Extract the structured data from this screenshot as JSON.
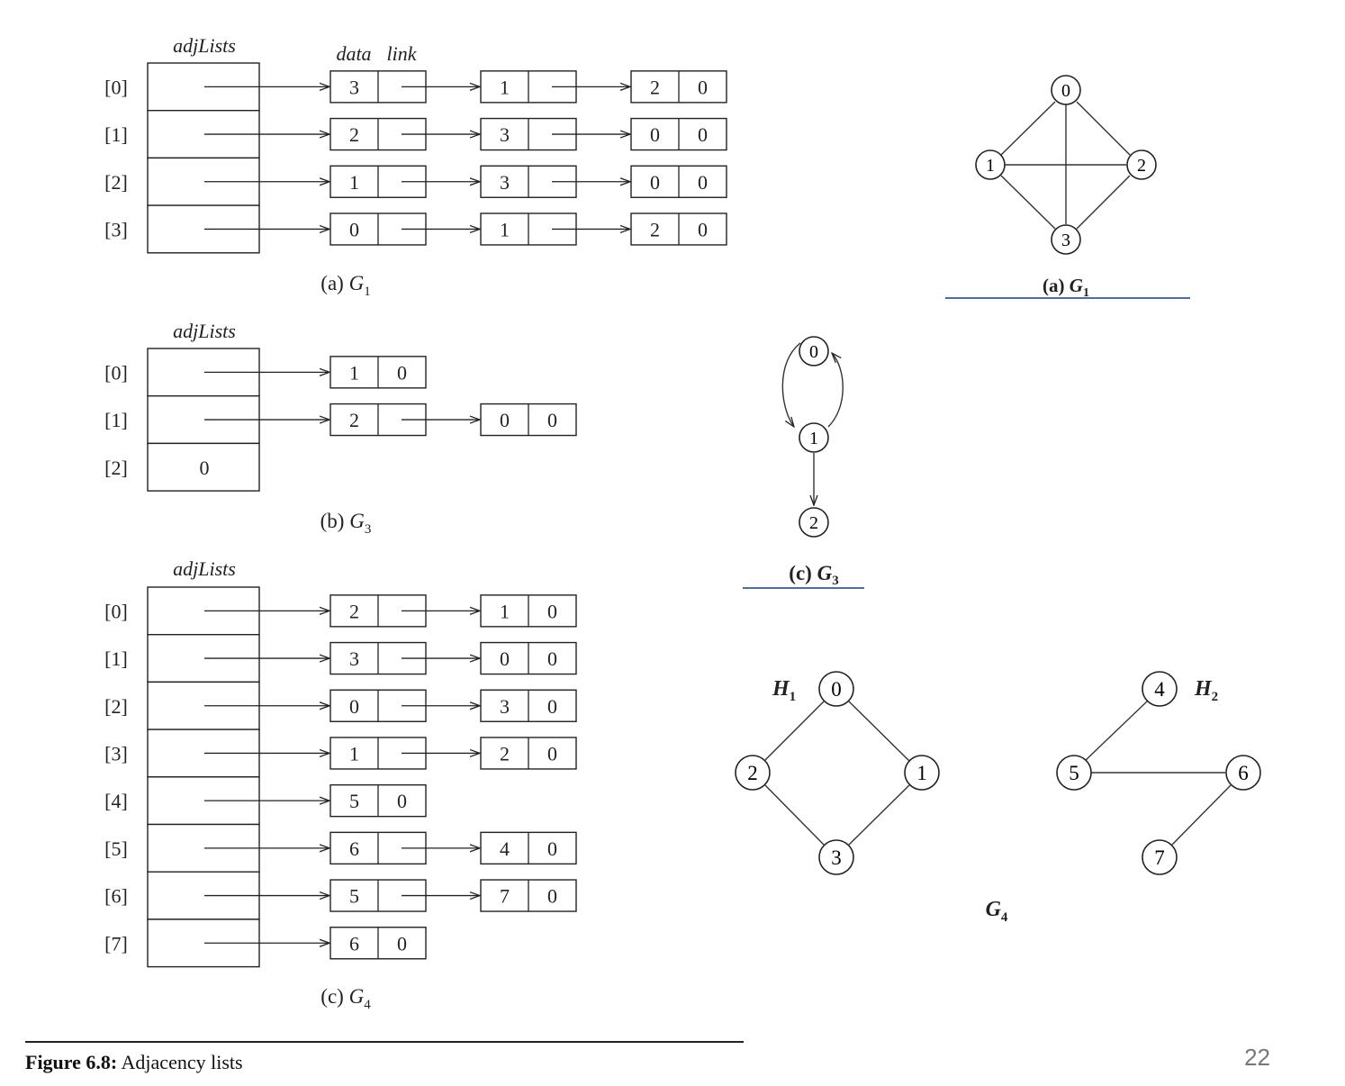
{
  "left": {
    "data_label": "data",
    "link_label": "link",
    "figure_caption_bold": "Figure 6.8:",
    "figure_caption_text": " Adjacency lists",
    "diagrams": [
      {
        "header": "adjLists",
        "caption_prefix": "(a) ",
        "caption_var": "G",
        "caption_sub": "1",
        "rows": [
          {
            "index": "[0]",
            "head": "",
            "nodes": [
              [
                "3",
                ""
              ],
              [
                "1",
                ""
              ],
              [
                "2",
                "0"
              ]
            ]
          },
          {
            "index": "[1]",
            "head": "",
            "nodes": [
              [
                "2",
                ""
              ],
              [
                "3",
                ""
              ],
              [
                "0",
                "0"
              ]
            ]
          },
          {
            "index": "[2]",
            "head": "",
            "nodes": [
              [
                "1",
                ""
              ],
              [
                "3",
                ""
              ],
              [
                "0",
                "0"
              ]
            ]
          },
          {
            "index": "[3]",
            "head": "",
            "nodes": [
              [
                "0",
                ""
              ],
              [
                "1",
                ""
              ],
              [
                "2",
                "0"
              ]
            ]
          }
        ]
      },
      {
        "header": "adjLists",
        "caption_prefix": "(b) ",
        "caption_var": "G",
        "caption_sub": "3",
        "rows": [
          {
            "index": "[0]",
            "head": "",
            "nodes": [
              [
                "1",
                "0"
              ]
            ]
          },
          {
            "index": "[1]",
            "head": "",
            "nodes": [
              [
                "2",
                ""
              ],
              [
                "0",
                "0"
              ]
            ]
          },
          {
            "index": "[2]",
            "head": "0",
            "nodes": []
          }
        ]
      },
      {
        "header": "adjLists",
        "caption_prefix": "(c) ",
        "caption_var": "G",
        "caption_sub": "4",
        "rows": [
          {
            "index": "[0]",
            "head": "",
            "nodes": [
              [
                "2",
                ""
              ],
              [
                "1",
                "0"
              ]
            ]
          },
          {
            "index": "[1]",
            "head": "",
            "nodes": [
              [
                "3",
                ""
              ],
              [
                "0",
                "0"
              ]
            ]
          },
          {
            "index": "[2]",
            "head": "",
            "nodes": [
              [
                "0",
                ""
              ],
              [
                "3",
                "0"
              ]
            ]
          },
          {
            "index": "[3]",
            "head": "",
            "nodes": [
              [
                "1",
                ""
              ],
              [
                "2",
                "0"
              ]
            ]
          },
          {
            "index": "[4]",
            "head": "",
            "nodes": [
              [
                "5",
                "0"
              ]
            ]
          },
          {
            "index": "[5]",
            "head": "",
            "nodes": [
              [
                "6",
                ""
              ],
              [
                "4",
                "0"
              ]
            ]
          },
          {
            "index": "[6]",
            "head": "",
            "nodes": [
              [
                "5",
                ""
              ],
              [
                "7",
                "0"
              ]
            ]
          },
          {
            "index": "[7]",
            "head": "",
            "nodes": [
              [
                "6",
                "0"
              ]
            ]
          }
        ]
      }
    ]
  },
  "right": {
    "g1": {
      "caption_prefix": "(a) ",
      "caption_var": "G",
      "caption_sub": "1",
      "vertices": [
        "0",
        "1",
        "2",
        "3"
      ],
      "edges": [
        [
          "0",
          "1"
        ],
        [
          "0",
          "2"
        ],
        [
          "0",
          "3"
        ],
        [
          "1",
          "2"
        ],
        [
          "1",
          "3"
        ],
        [
          "2",
          "3"
        ]
      ]
    },
    "g3": {
      "caption_prefix": "(c) ",
      "caption_var": "G",
      "caption_sub": "3",
      "vertices": [
        "0",
        "1",
        "2"
      ],
      "edges": [
        [
          "0",
          "1"
        ],
        [
          "1",
          "0"
        ],
        [
          "1",
          "2"
        ]
      ]
    },
    "g4": {
      "caption_var": "G",
      "caption_sub": "4",
      "h1_var": "H",
      "h1_sub": "1",
      "h2_var": "H",
      "h2_sub": "2",
      "vertices": [
        "0",
        "1",
        "2",
        "3",
        "4",
        "5",
        "6",
        "7"
      ],
      "edges": [
        [
          "0",
          "1"
        ],
        [
          "0",
          "2"
        ],
        [
          "1",
          "3"
        ],
        [
          "2",
          "3"
        ],
        [
          "4",
          "5"
        ],
        [
          "5",
          "6"
        ],
        [
          "6",
          "7"
        ]
      ]
    }
  },
  "page_number": "22",
  "colors": {
    "accent_rule": "#4a6fa5",
    "ink": "#222222",
    "page_number": "#777777"
  }
}
